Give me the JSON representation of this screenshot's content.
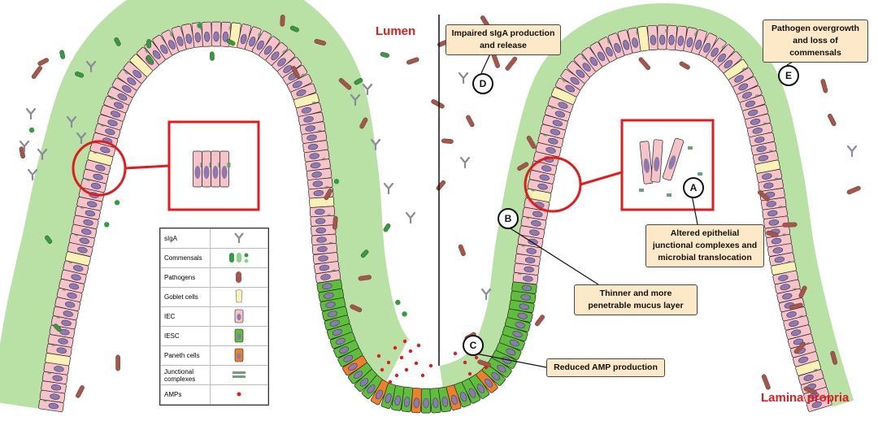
{
  "labels": {
    "lumen": "Lumen",
    "lamina_propria": "Lamina propria"
  },
  "callouts": {
    "A": {
      "letter": "A",
      "text": "Altered epithelial junctional complexes and microbial translocation"
    },
    "B": {
      "letter": "B",
      "text": "Thinner and more penetrable mucus layer"
    },
    "C": {
      "letter": "C",
      "text": "Reduced AMP production"
    },
    "D": {
      "letter": "D",
      "text": "Impaired sIgA production and release"
    },
    "E": {
      "letter": "E",
      "text": "Pathogen overgrowth and loss of commensals"
    }
  },
  "legend": {
    "items": [
      {
        "label": "sIgA",
        "icon": "siga-icon"
      },
      {
        "label": "Commensals",
        "icon": "commensals-icon"
      },
      {
        "label": "Pathogens",
        "icon": "pathogen-icon"
      },
      {
        "label": "Goblet cells",
        "icon": "goblet-cell-icon"
      },
      {
        "label": "IEC",
        "icon": "iec-icon"
      },
      {
        "label": "IESC",
        "icon": "iesc-icon"
      },
      {
        "label": "Paneth cells",
        "icon": "paneth-cell-icon"
      },
      {
        "label": "Junctional complexes",
        "icon": "junction-icon"
      },
      {
        "label": "AMPs",
        "icon": "amp-icon"
      }
    ]
  },
  "colors": {
    "mucus": "#b9e0a5",
    "iec": "#f6c3c8",
    "iesc": "#5fbf3c",
    "paneth": "#f07f2a",
    "goblet": "#f9f1b6",
    "nucleus": "#8b7bb0",
    "pathogen": "#a5564b",
    "siga": "#8a8a9a",
    "commensal": "#2e9e3e",
    "amp": "#e31b1b",
    "highlight": "#e31b1b",
    "callout_fill": "#fde8c8"
  }
}
